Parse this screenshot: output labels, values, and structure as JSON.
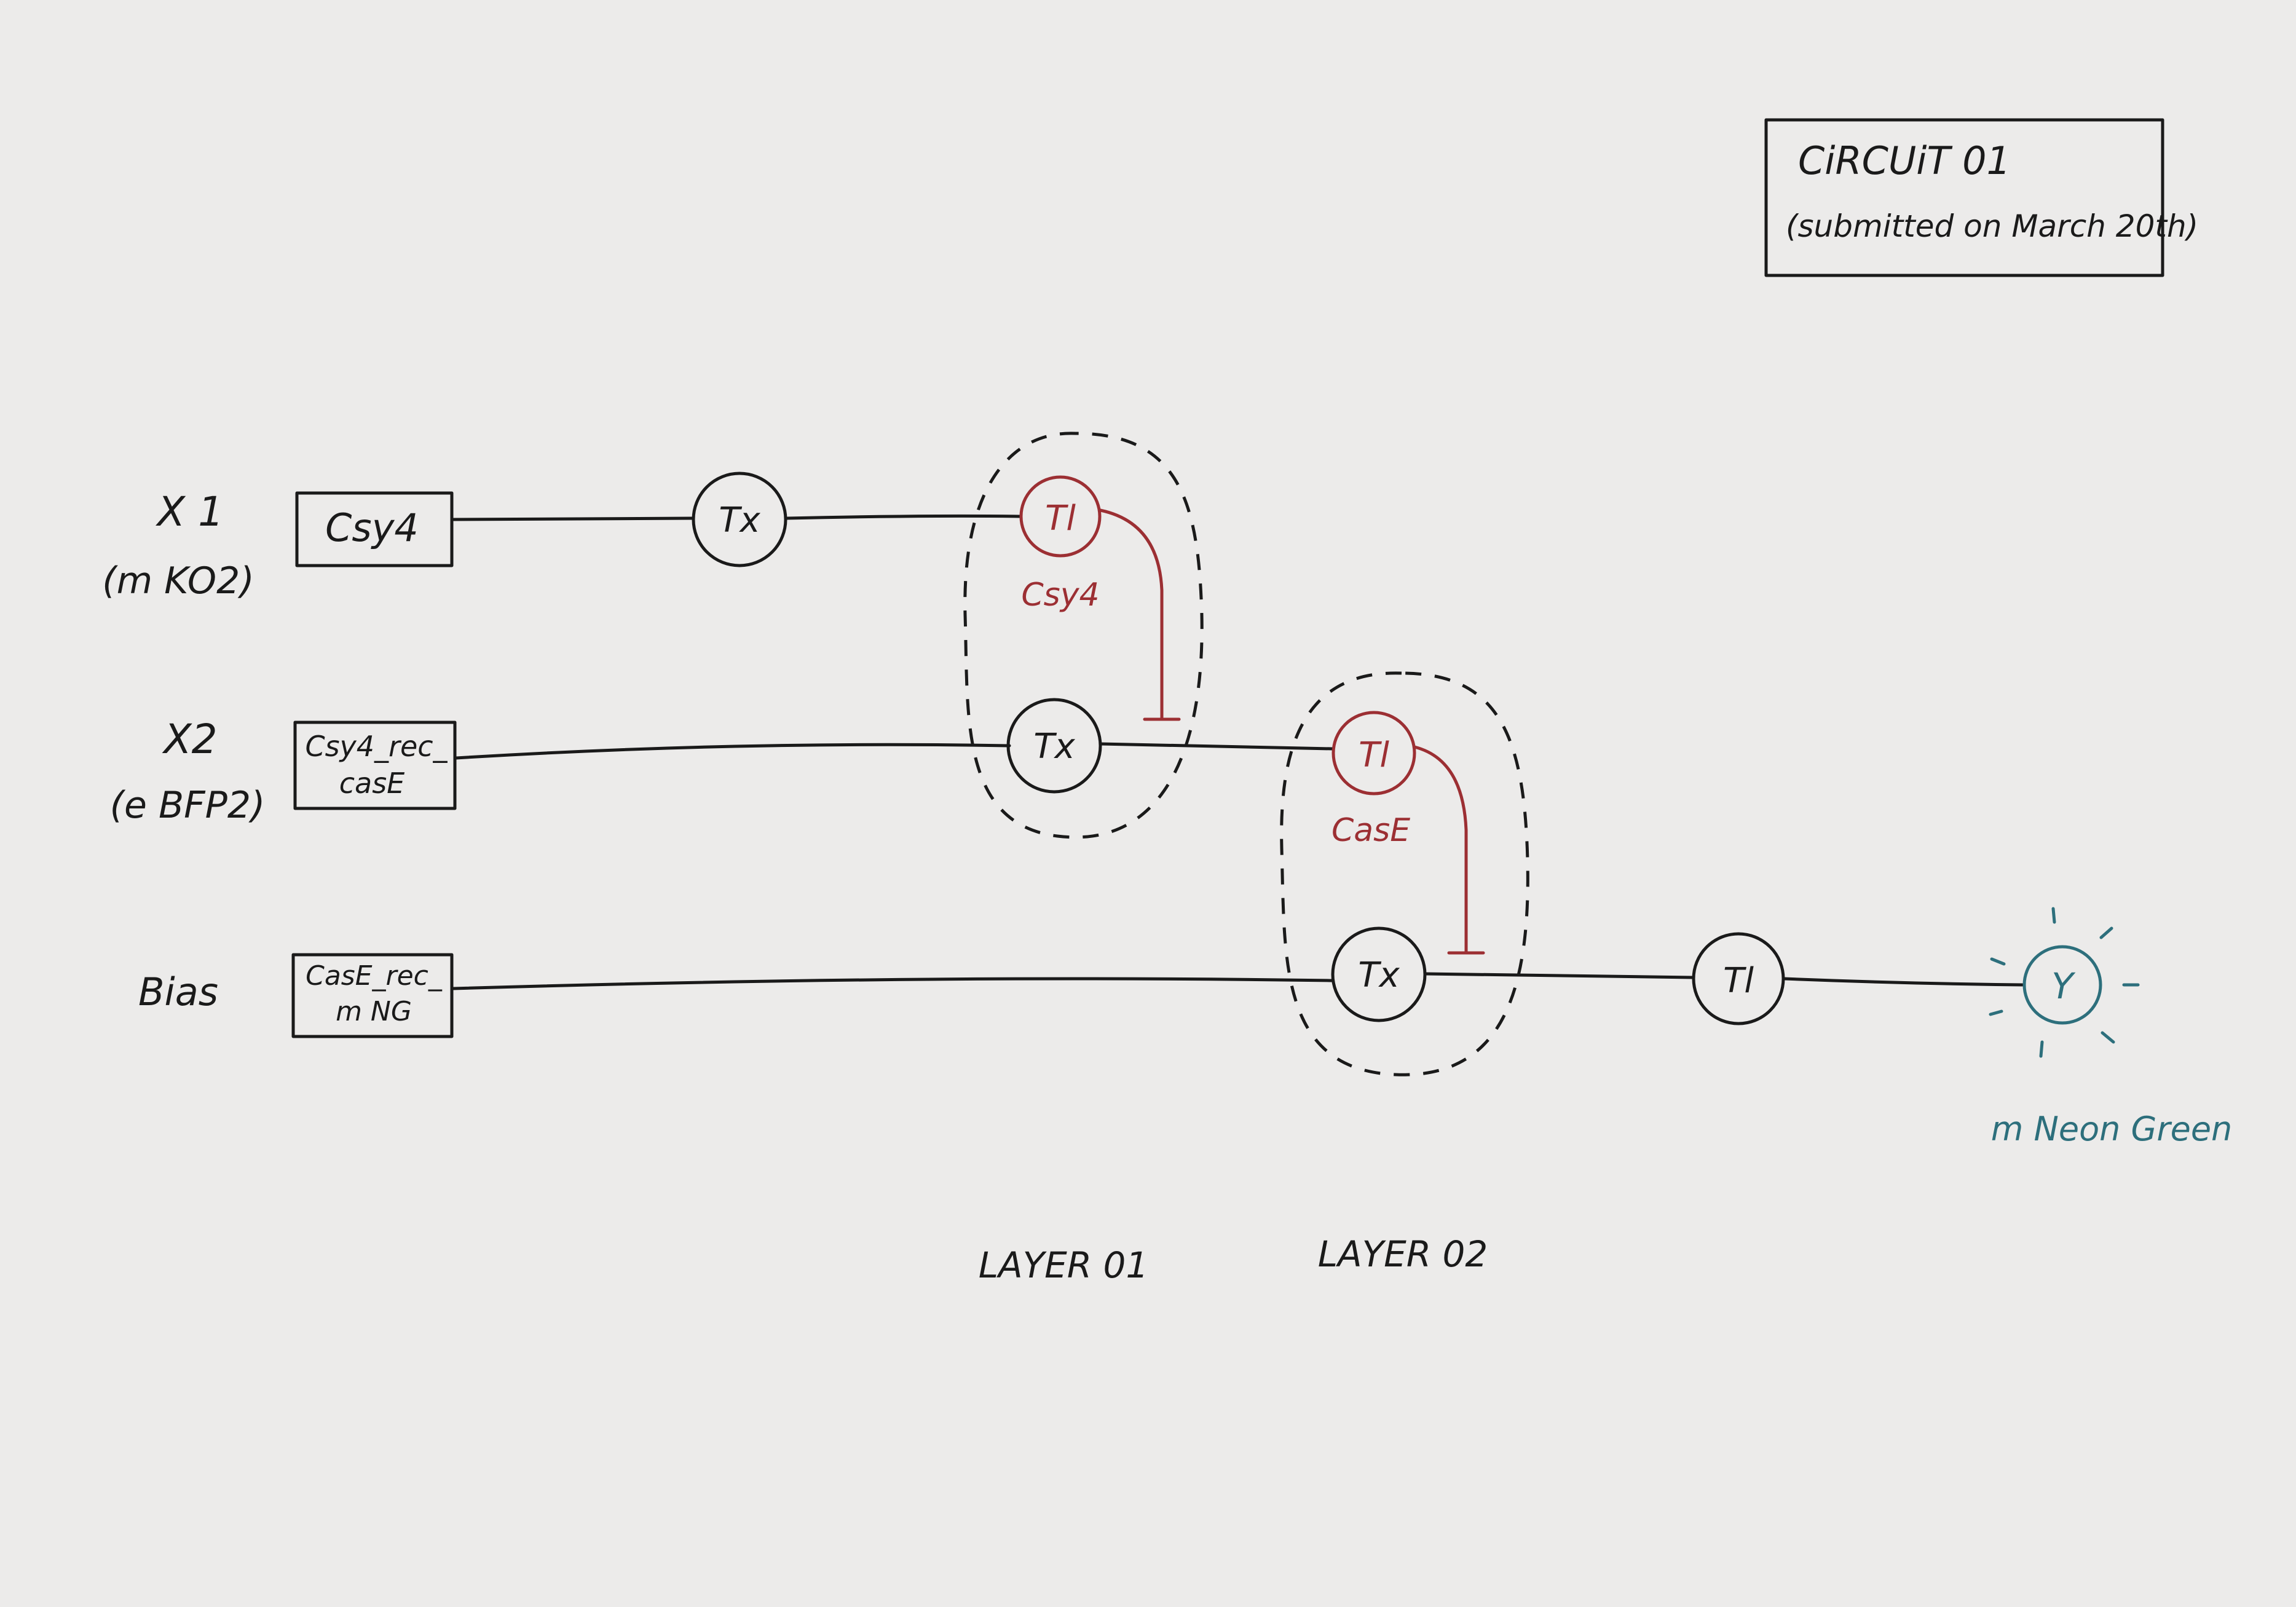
{
  "title_box": {
    "title": "CiRCUiT 01",
    "subtitle": "(submitted on March 20th)"
  },
  "inputs": [
    {
      "label": "X 1",
      "sublabel": "(m KO2)"
    },
    {
      "label": "X2",
      "sublabel": "(e BFP2)"
    },
    {
      "label": "Bias",
      "sublabel": ""
    }
  ],
  "boxes": [
    {
      "line1": "Csy4",
      "line2": ""
    },
    {
      "line1": "Csy4_rec_",
      "line2": "casE"
    },
    {
      "line1": "CasE_rec_",
      "line2": "m NG"
    }
  ],
  "nodes": {
    "tx_1": "Tx",
    "tl_1": "Tl",
    "tx_2": "Tx",
    "tl_2": "Tl",
    "tx_3": "Tx",
    "tl_3": "Tl",
    "output": "Y"
  },
  "repressor_labels": {
    "layer1": "Csy4",
    "layer2": "CasE"
  },
  "output_label": "m Neon Green",
  "layer_labels": {
    "layer1": "LAYER 01",
    "layer2": "LAYER 02"
  },
  "colors": {
    "ink": "#1a1a1a",
    "red_ink": "#9c2f33",
    "blue_ink": "#2d6f7c",
    "paper": "#ecebea"
  }
}
